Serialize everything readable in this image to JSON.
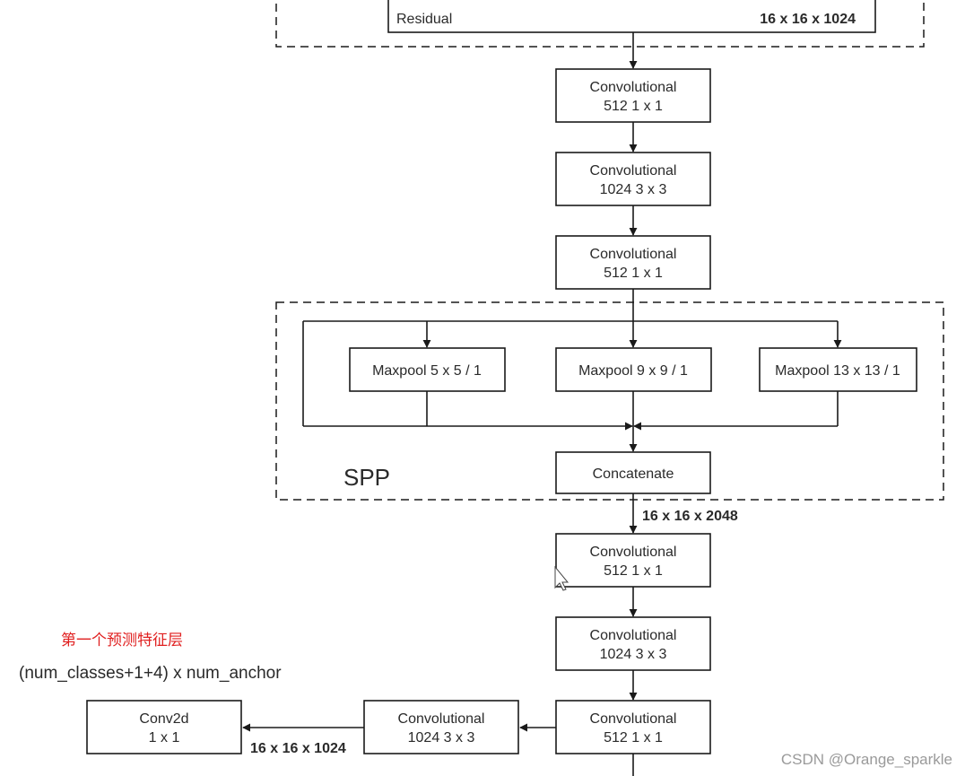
{
  "residual": {
    "label": "Residual",
    "shape": "16 x 16 x 1024"
  },
  "conv1": {
    "title": "Convolutional",
    "params": "512   1 x 1"
  },
  "conv2": {
    "title": "Convolutional",
    "params": "1024   3 x 3"
  },
  "conv3": {
    "title": "Convolutional",
    "params": "512   1 x 1"
  },
  "spp": {
    "label": "SPP",
    "maxpool1": "Maxpool  5 x 5 / 1",
    "maxpool2": "Maxpool  9 x 9 / 1",
    "maxpool3": "Maxpool  13 x 13 / 1",
    "concat": "Concatenate"
  },
  "spp_out_shape": "16 x 16 x 2048",
  "conv4": {
    "title": "Convolutional",
    "params": "512   1 x 1"
  },
  "conv5": {
    "title": "Convolutional",
    "params": "1024   3 x 3"
  },
  "conv6": {
    "title": "Convolutional",
    "params": "512   1 x 1"
  },
  "conv7": {
    "title": "Convolutional",
    "params": "1024   3 x 3"
  },
  "conv2d": {
    "title": "Conv2d",
    "params": "1 x 1"
  },
  "head_shape": "16 x 16 x 1024",
  "prediction_label": "第一个预测特征层",
  "prediction_formula": "(num_classes+1+4) x num_anchor",
  "watermark": "CSDN @Orange_sparkle"
}
